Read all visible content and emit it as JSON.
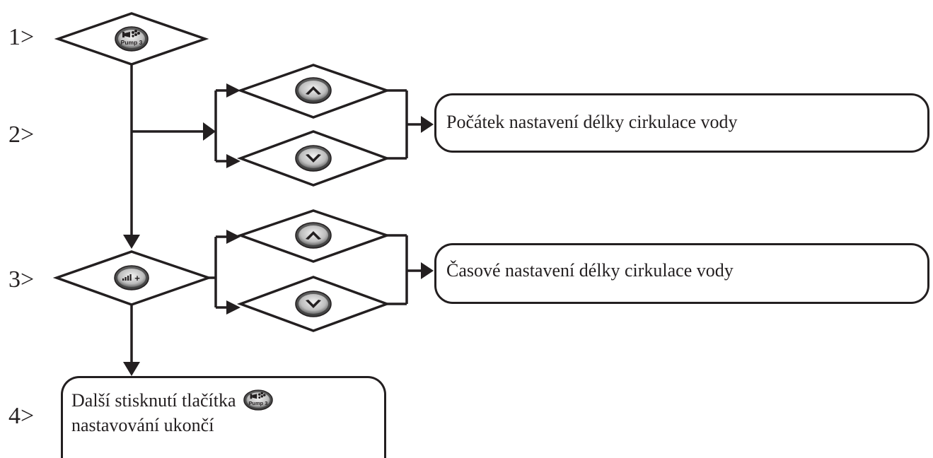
{
  "steps": {
    "s1": "1>",
    "s2": "2>",
    "s3": "3>",
    "s4": "4>"
  },
  "buttons": {
    "pump_label": "Pump 3",
    "light_plus": "+",
    "up_icon": "chevron-up-icon",
    "down_icon": "chevron-down-icon"
  },
  "boxes": {
    "box1": "Počátek nastavení délky cirkulace vody",
    "box2": "Časové nastavení délky cirkulace vody",
    "box3_line1": "Další stisknutí tlačítka",
    "box3_line2": "nastavování ukončí"
  },
  "colors": {
    "stroke": "#231f20",
    "button_dark": "#4d4d4d",
    "button_light": "#d9d9d9"
  }
}
